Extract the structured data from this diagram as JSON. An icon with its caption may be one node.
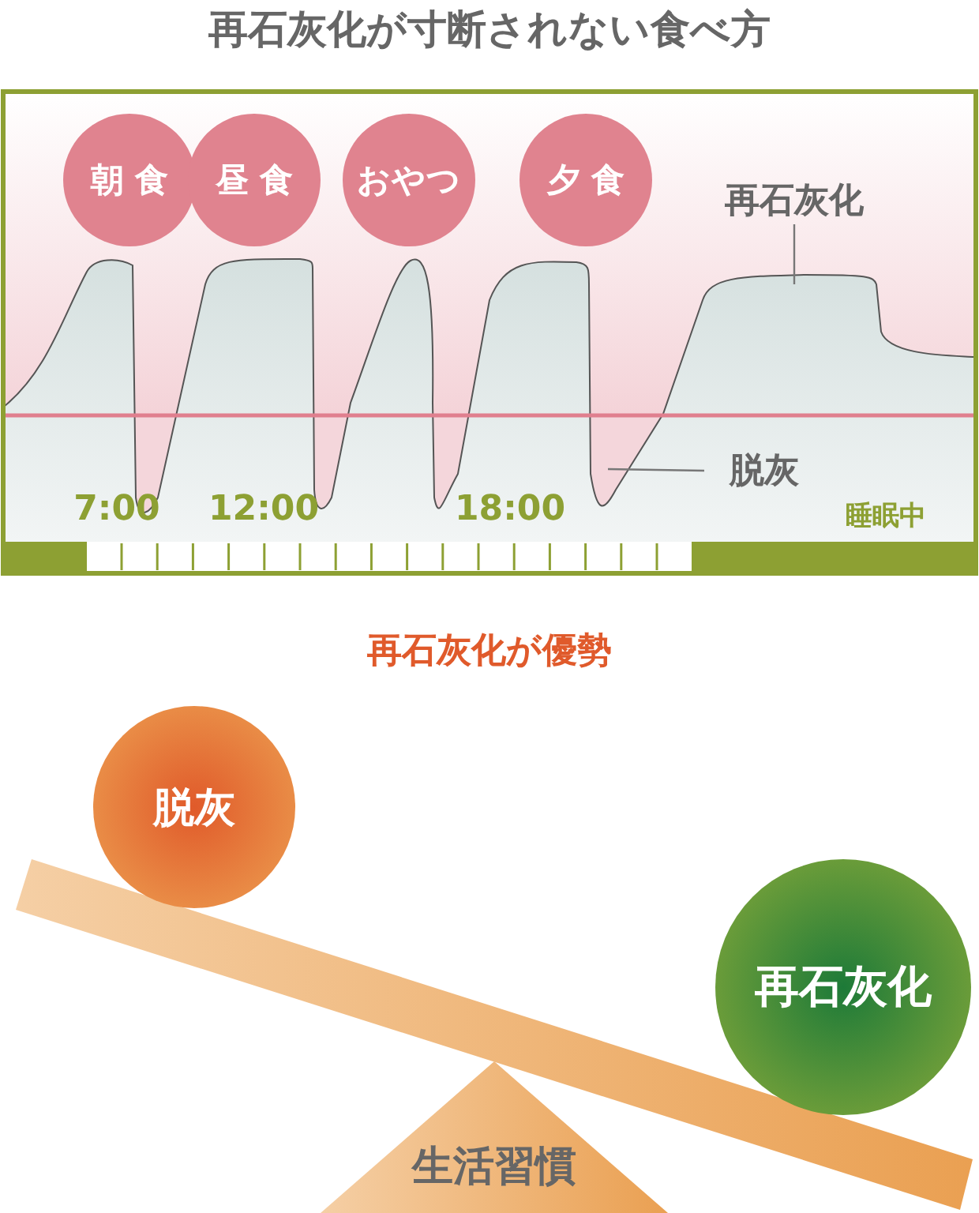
{
  "diagram": {
    "title": "再石灰化が寸断されない食べ方",
    "nodes": [
      {
        "text": [
          "朝 食"
        ]
      },
      {
        "text": [
          "昼 食"
        ]
      },
      {
        "text": [
          "おやつ"
        ]
      },
      {
        "text": [
          "夕 食"
        ]
      },
      {
        "text": [
          "再石灰化"
        ]
      },
      {
        "text": [
          "脱灰"
        ]
      },
      {
        "text": [
          "脱灰"
        ]
      },
      {
        "text": [
          "再石灰化"
        ]
      },
      {
        "text": [
          "生活習慣"
        ]
      }
    ],
    "edges": [
      {
        "from": 4,
        "to": null,
        "arrow": "none"
      },
      {
        "from": 5,
        "to": null,
        "arrow": "none"
      }
    ],
    "labels": [
      "7:00",
      "12:00",
      "18:00",
      "睡眠中",
      "再石灰化が優勢"
    ]
  }
}
